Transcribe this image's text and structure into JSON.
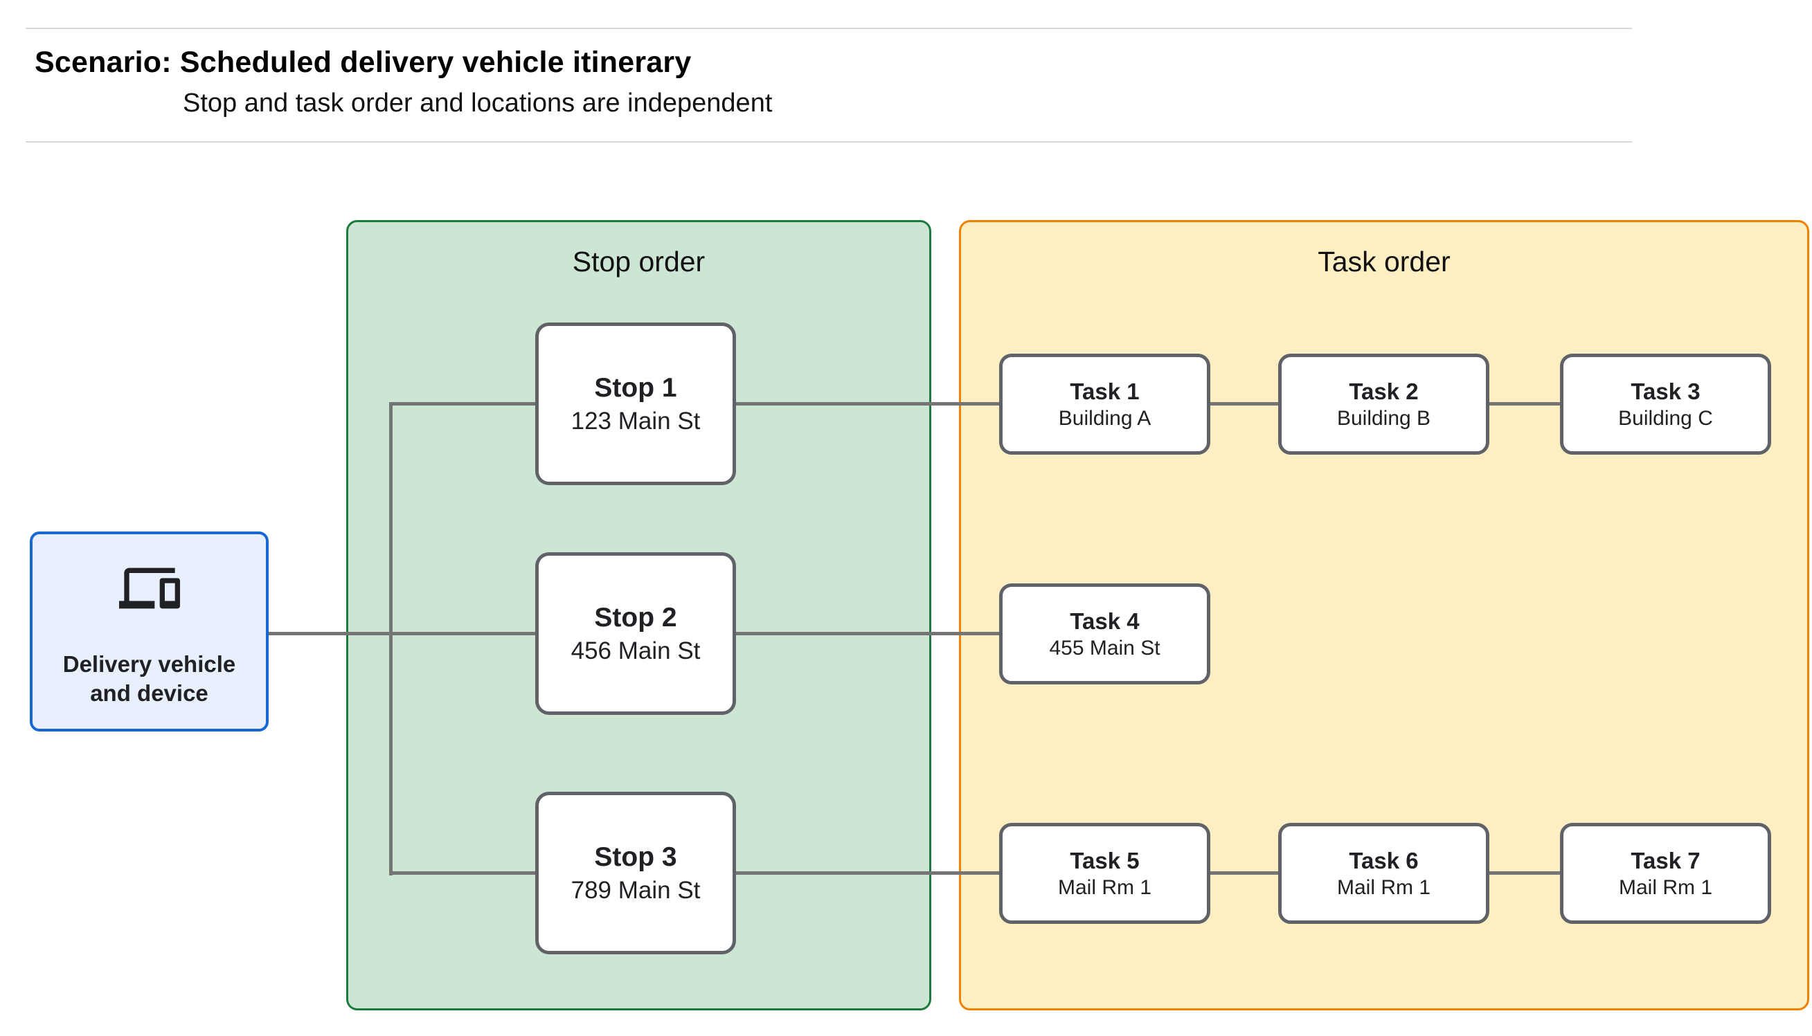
{
  "header": {
    "title_prefix": "Scenario: ",
    "title_rest": "Scheduled delivery vehicle itinerary",
    "subtitle": "Stop and task order and locations are independent"
  },
  "source_node": {
    "icon": "devices-icon",
    "label_line1": "Delivery vehicle",
    "label_line2": "and device",
    "fill_color": "#e8f0fe",
    "border_color": "#1967d2"
  },
  "panels": {
    "stop_order": {
      "label": "Stop order",
      "fill_color": "#cde6d3",
      "border_color": "#1b7a3d"
    },
    "task_order": {
      "label": "Task order",
      "fill_color": "#fdefc3",
      "border_color": "#ee8100"
    }
  },
  "stops": [
    {
      "name": "Stop 1",
      "location": "123 Main St"
    },
    {
      "name": "Stop 2",
      "location": "456 Main St"
    },
    {
      "name": "Stop 3",
      "location": "789 Main St"
    }
  ],
  "tasks": [
    {
      "name": "Task 1",
      "location": "Building A"
    },
    {
      "name": "Task 2",
      "location": "Building B"
    },
    {
      "name": "Task 3",
      "location": "Building C"
    },
    {
      "name": "Task 4",
      "location": "455 Main St"
    },
    {
      "name": "Task 5",
      "location": "Mail Rm 1"
    },
    {
      "name": "Task 6",
      "location": "Mail Rm 1"
    },
    {
      "name": "Task 7",
      "location": "Mail Rm 1"
    }
  ],
  "node_style": {
    "fill_color": "#ffffff",
    "border_color": "#5f6368"
  },
  "connector_color": "#757575",
  "connections": [
    "Delivery vehicle and device -> Stop 1",
    "Delivery vehicle and device -> Stop 2",
    "Delivery vehicle and device -> Stop 3",
    "Stop 1 -> Task 1",
    "Task 1 -> Task 2",
    "Task 2 -> Task 3",
    "Stop 2 -> Task 4",
    "Stop 3 -> Task 5",
    "Task 5 -> Task 6",
    "Task 6 -> Task 7"
  ]
}
